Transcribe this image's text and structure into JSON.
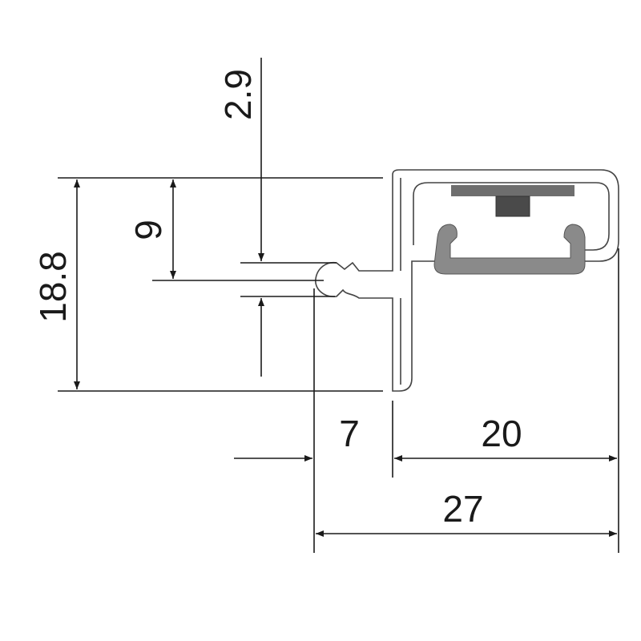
{
  "dimensions": {
    "gap": "2.9",
    "offset": "9",
    "height": "18.8",
    "left_width": "7",
    "inner_width": "20",
    "total_width": "27"
  },
  "colors": {
    "line": "#1a1a1a",
    "profile_outline": "#444444",
    "lens": "#8a8a8a",
    "led_strip": "#6e6e6e",
    "led_chip": "#4a4a4a"
  }
}
